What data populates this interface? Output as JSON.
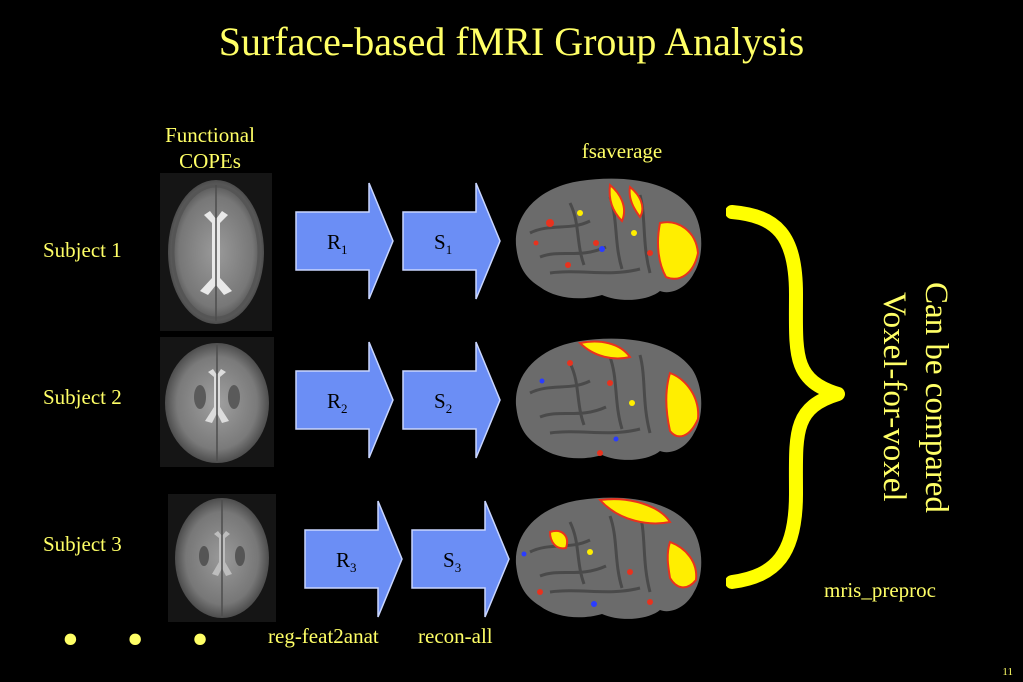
{
  "title": "Surface-based fMRI Group Analysis",
  "header_left": [
    "Functional",
    "COPEs"
  ],
  "header_right": "fsaverage",
  "subjects": [
    {
      "label": "Subject 1",
      "reg": "R",
      "reg_sub": "1",
      "surf": "S",
      "surf_sub": "1"
    },
    {
      "label": "Subject 2",
      "reg": "R",
      "reg_sub": "2",
      "surf": "S",
      "surf_sub": "2"
    },
    {
      "label": "Subject 3",
      "reg": "R",
      "reg_sub": "3",
      "surf": "S",
      "surf_sub": "3"
    }
  ],
  "step_labels": {
    "reg": "reg-feat2anat",
    "recon": "recon-all"
  },
  "comparison": {
    "line1": "Can be compared",
    "line2": "Voxel-for-voxel"
  },
  "tool_label": "mris_preproc",
  "ellipsis": "• • •",
  "page_number": "11",
  "colors": {
    "accent_text": "#ffff66",
    "arrow_fill": "#6b8ef5",
    "brace": "#ffff00",
    "cortex": "#6b6b6b",
    "activation_hot": "#ffee00",
    "activation_red": "#e8321e",
    "activation_blue": "#2a3cff"
  }
}
